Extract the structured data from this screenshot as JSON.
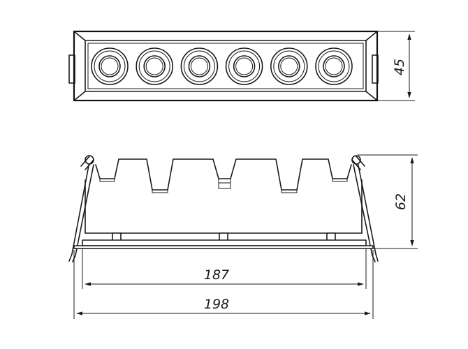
{
  "dimensions": {
    "top_height": "45",
    "side_height": "62",
    "inner_width": "187",
    "outer_width": "198"
  },
  "top_view": {
    "lens_count": 6
  },
  "colors": {
    "line": "#1a1a1a",
    "background": "#ffffff"
  }
}
